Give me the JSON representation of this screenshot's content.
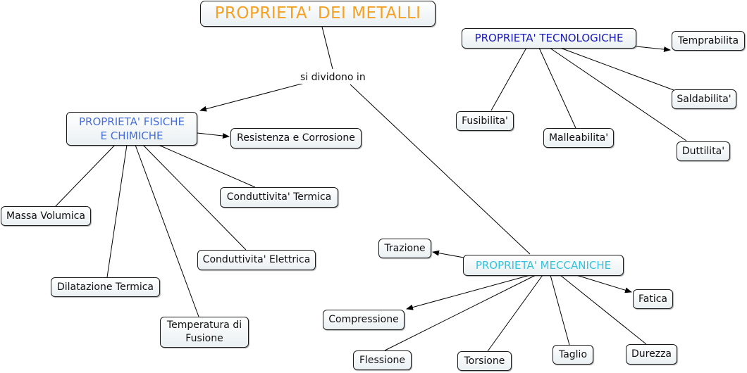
{
  "root": "PROPRIETA' DEI  METALLI",
  "link_label": "si dividono in",
  "fisiche": {
    "title": "PROPRIETA' FISICHE\nE CHIMICHE",
    "resistenza": "Resistenza e Corrosione",
    "cond_termica": "Conduttivita' Termica",
    "massa": "Massa Volumica",
    "cond_elettrica": "Conduttivita' Elettrica",
    "dilatazione": "Dilatazione Termica",
    "temperatura": "Temperatura di\nFusione"
  },
  "tecnologiche": {
    "title": "PROPRIETA' TECNOLOGICHE",
    "temprabilita": "Temprabilita",
    "saldabilita": "Saldabilita'",
    "fusibilita": "Fusibilita'",
    "malleabilita": "Malleabilita'",
    "duttilita": "Duttilita'"
  },
  "meccaniche": {
    "title": "PROPRIETA' MECCANICHE",
    "trazione": "Trazione",
    "fatica": "Fatica",
    "compressione": "Compressione",
    "flessione": "Flessione",
    "torsione": "Torsione",
    "taglio": "Taglio",
    "durezza": "Durezza"
  },
  "colors": {
    "root": "#f4a225",
    "fisiche": "#4a6fd4",
    "tecnologiche": "#1a1ab8",
    "meccaniche": "#33c3dd",
    "line": "#000000"
  }
}
